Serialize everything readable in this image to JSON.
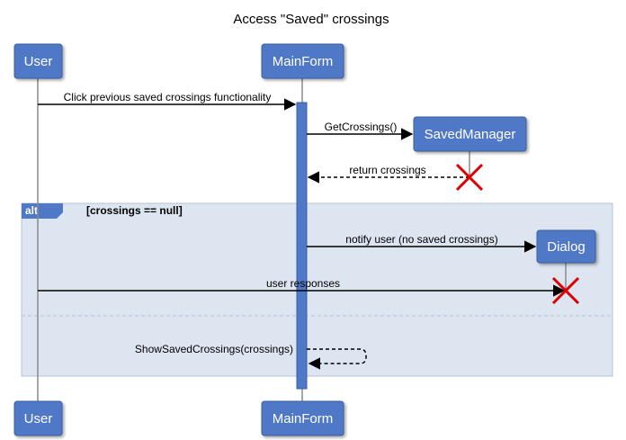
{
  "title": "Access \"Saved\" crossings",
  "participants": {
    "user": "User",
    "mainform": "MainForm",
    "savedmanager": "SavedManager",
    "dialog": "Dialog"
  },
  "messages": {
    "m1": "Click previous saved crossings functionality",
    "m2": "GetCrossings()",
    "m3": "return crossings",
    "m4": "notify user (no saved crossings)",
    "m5": "user responses",
    "m6": "ShowSavedCrossings(crossings)"
  },
  "fragment": {
    "operator": "alt",
    "guard": "[crossings == null]"
  },
  "colors": {
    "participant_fill": "#4f79c6",
    "participant_border": "#3a5fa0",
    "activation_fill": "#4f79c6",
    "fragment_fill": "#dde5f1",
    "fragment_border": "#b7c3d4",
    "destroy_mark": "#dd0000",
    "lifeline": "#8a8a8a"
  }
}
